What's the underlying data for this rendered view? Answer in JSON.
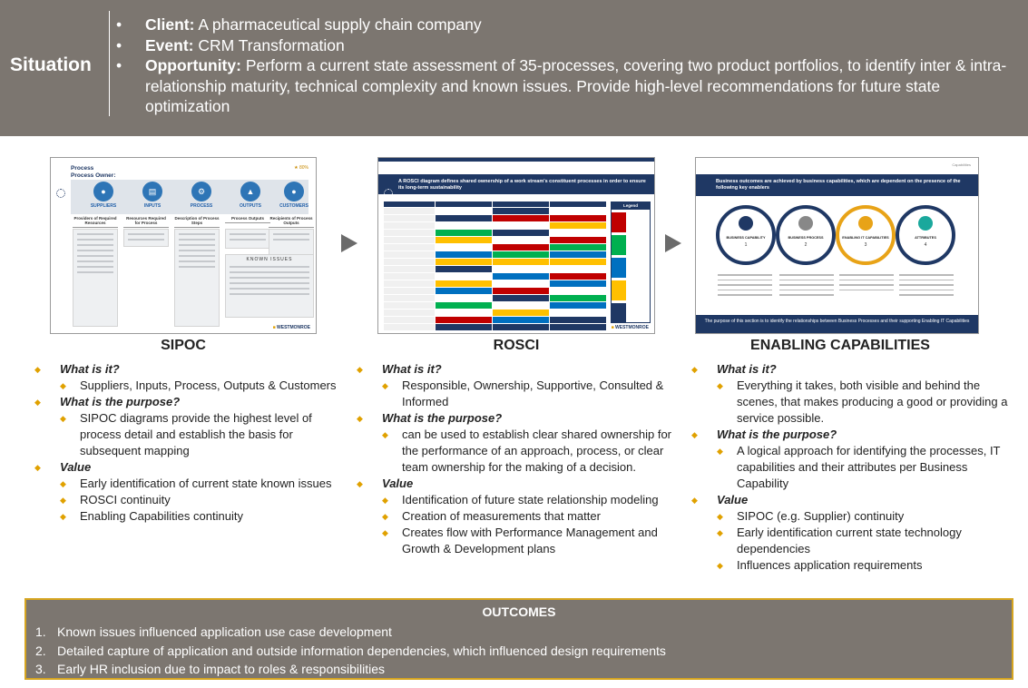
{
  "situation": {
    "label": "Situation",
    "items": [
      {
        "key": "Client:",
        "text": " A pharmaceutical supply chain company"
      },
      {
        "key": "Event:",
        "text": " CRM Transformation"
      },
      {
        "key": "Opportunity:",
        "text": " Perform a current state assessment of 35-processes, covering two product portfolios, to identify inter & intra-relationship maturity, technical complexity and known issues. Provide high-level recommendations for future state optimization"
      }
    ]
  },
  "thumbnails": {
    "sipoc": {
      "title_line1": "Process",
      "title_line2": "Process Owner:",
      "star_text": "★ 80%",
      "stages": [
        "SUPPLIERS",
        "INPUTS",
        "PROCESS",
        "OUTPUTS",
        "CUSTOMERS"
      ],
      "stage_icons": [
        "people-icon",
        "document-icon",
        "gears-icon",
        "output-icon",
        "customers-icon"
      ],
      "headers": [
        "Providers of Required Resources",
        "Resources Required for Process",
        "Description of Process Steps",
        "Process Outputs",
        "Recipients of Process Outputs"
      ],
      "known_issues": "KNOWN ISSUES",
      "brand": "WESTMONROE"
    },
    "rosci": {
      "header": "A ROSCI diagram defines shared ownership of a work stream's constituent processes in order to ensure its long-term sustainability",
      "legend_title": "Legend",
      "legend_colors": [
        "#c00000",
        "#00b050",
        "#0070c0",
        "#ffc000",
        "#1f3864"
      ],
      "brand": "WESTMONROE"
    },
    "enabling": {
      "corner": "Capabilities",
      "header": "Business outcomes are achieved by business capabilities, which are dependent on the presence of the following key enablers",
      "rings": [
        {
          "name": "BUSINESS CAPABILITY",
          "num": "1"
        },
        {
          "name": "BUSINESS PROCESS",
          "num": "2"
        },
        {
          "name": "ENABLING IT CAPABILITIES",
          "num": "3"
        },
        {
          "name": "ATTRIBUTES",
          "num": "4"
        }
      ],
      "footer": "The purpose of this section is to identify the relationships between Business Processes and their supporting Enabling IT Capabilities"
    }
  },
  "columns": {
    "sipoc": {
      "title": "SIPOC",
      "q1": "What is it?",
      "a1": "Suppliers, Inputs, Process, Outputs & Customers",
      "q2": "What is the purpose?",
      "a2": "SIPOC diagrams provide the highest level of process detail and establish the basis for subsequent mapping",
      "v": "Value",
      "values": [
        "Early identification of current state known issues",
        "ROSCI continuity",
        "Enabling Capabilities continuity"
      ]
    },
    "rosci": {
      "title": "ROSCI",
      "q1": "What is it?",
      "a1": "Responsible, Ownership, Supportive, Consulted & Informed",
      "q2": "What is the purpose?",
      "a2": "can be used to establish clear shared ownership for the performance of an approach, process, or clear team ownership for the making of a decision.",
      "v": "Value",
      "values": [
        "Identification of future state relationship modeling",
        "Creation of measurements that matter",
        "Creates flow with Performance Management and Growth & Development plans"
      ]
    },
    "enabling": {
      "title": "ENABLING CAPABILITIES",
      "q1": "What is it?",
      "a1": "Everything it takes, both visible and behind the scenes, that makes producing a good or providing a service possible.",
      "q2": "What is the purpose?",
      "a2": "A logical approach for identifying the processes, IT capabilities and their attributes per Business Capability",
      "v": "Value",
      "values": [
        "SIPOC (e.g. Supplier) continuity",
        "Early identification current state technology dependencies",
        "Influences application requirements"
      ]
    }
  },
  "outcomes": {
    "title": "OUTCOMES",
    "items": [
      {
        "n": "1.",
        "text": "Known issues influenced application use case development"
      },
      {
        "n": "2.",
        "text": "Detailed capture of application and outside information  dependencies, which influenced design requirements"
      },
      {
        "n": "3.",
        "text": "Early HR inclusion due to impact to roles & responsibilities"
      }
    ]
  }
}
